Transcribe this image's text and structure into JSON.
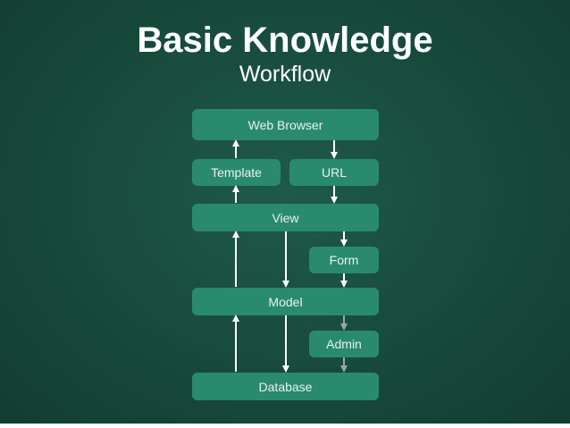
{
  "header": {
    "title": "Basic Knowledge",
    "subtitle": "Workflow"
  },
  "boxes": {
    "web_browser": "Web Browser",
    "template": "Template",
    "url": "URL",
    "view": "View",
    "form": "Form",
    "model": "Model",
    "admin": "Admin",
    "database": "Database"
  },
  "colors": {
    "background": "#174a3b",
    "box": "#2a8a6c",
    "arrow": "#ffffff",
    "arrow_muted": "#9aa8a3"
  }
}
